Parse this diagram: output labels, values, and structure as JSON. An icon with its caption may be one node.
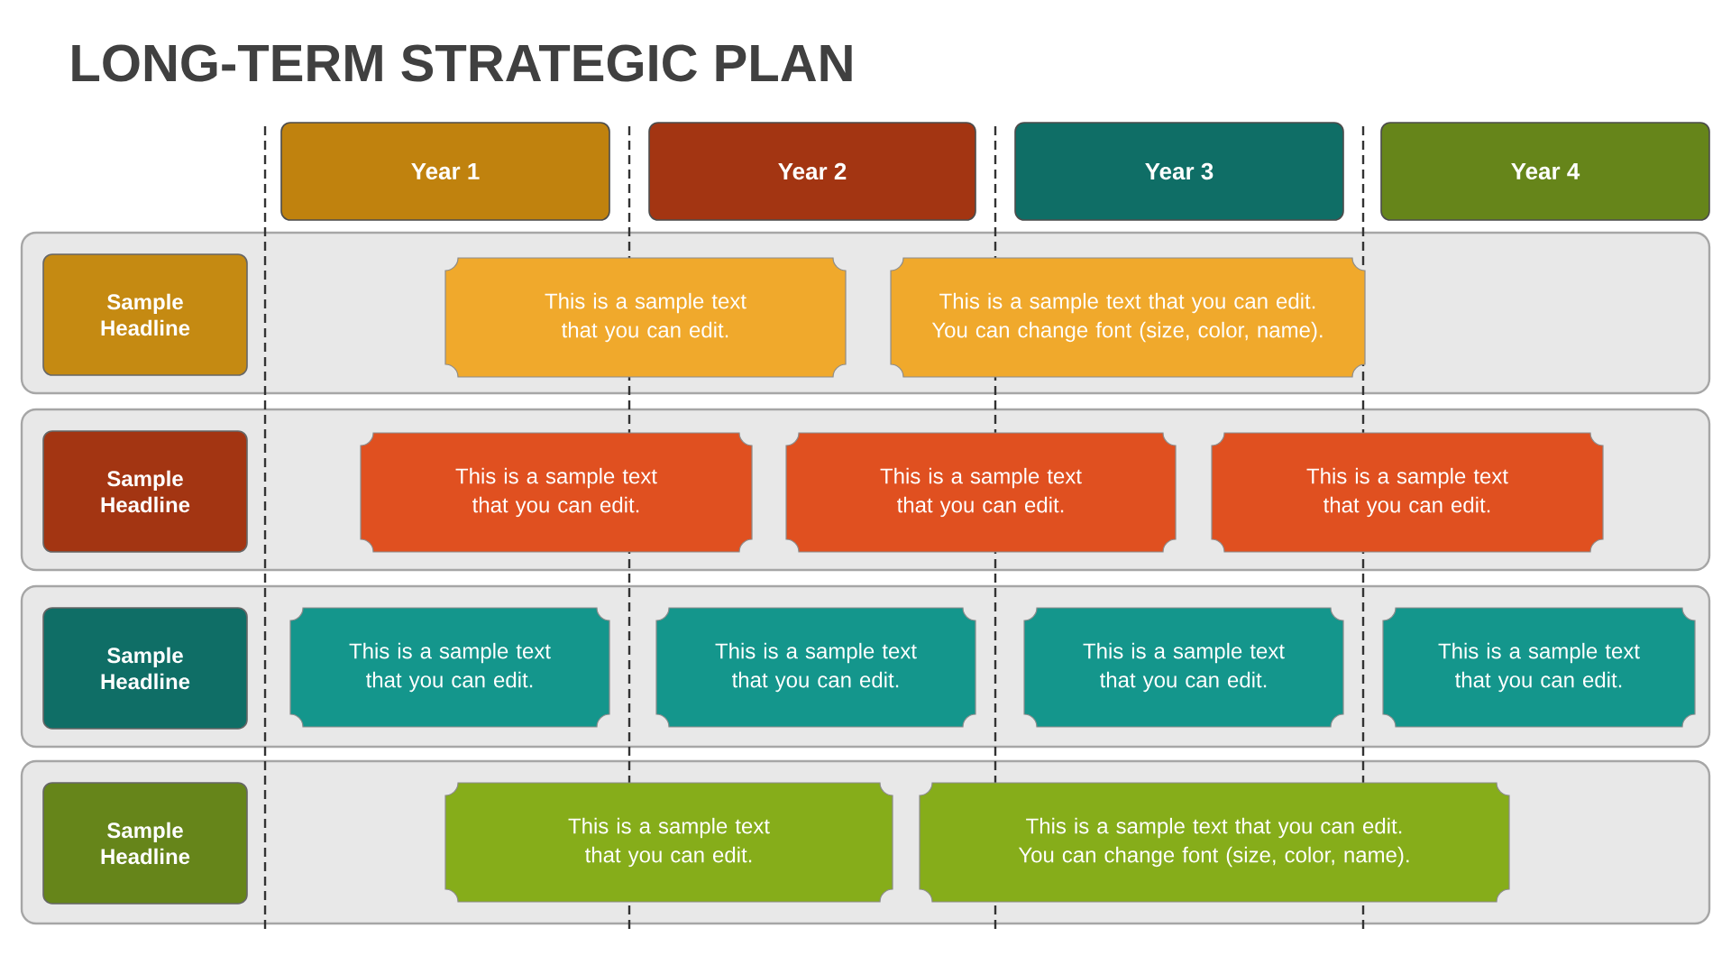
{
  "diagram": {
    "title": "LONG-TERM STRATEGIC PLAN",
    "nodes": [
      {
        "text": [
          "Year 1"
        ]
      },
      {
        "text": [
          "Year 2"
        ]
      },
      {
        "text": [
          "Year 3"
        ]
      },
      {
        "text": [
          "Year 4"
        ]
      },
      {
        "text": [],
        "shape": "box"
      },
      {
        "text": [
          "Sample Headline"
        ],
        "in": 4
      },
      {
        "text": [
          "This is a sample text that you can edit."
        ],
        "in": 4
      },
      {
        "text": [
          "This is a sample text that you can edit. You can change font (size, color, name)."
        ],
        "in": 4
      },
      {
        "text": [],
        "shape": "box"
      },
      {
        "text": [
          "Sample Headline"
        ],
        "in": 8
      },
      {
        "text": [
          "This is a sample text that you can edit."
        ],
        "in": 8
      },
      {
        "text": [
          "This is a sample text that you can edit."
        ],
        "in": 8
      },
      {
        "text": [
          "This is a sample text that you can edit."
        ],
        "in": 8
      },
      {
        "text": [],
        "shape": "box"
      },
      {
        "text": [
          "Sample Headline"
        ],
        "in": 13
      },
      {
        "text": [
          "This is a sample text that you can edit."
        ],
        "in": 13
      },
      {
        "text": [
          "This is a sample text that you can edit."
        ],
        "in": 13
      },
      {
        "text": [
          "This is a sample text that you can edit."
        ],
        "in": 13
      },
      {
        "text": [
          "This is a sample text that you can edit."
        ],
        "in": 13
      },
      {
        "text": [],
        "shape": "box"
      },
      {
        "text": [
          "Sample Headline"
        ],
        "in": 19
      },
      {
        "text": [
          "This is a sample text that you can edit."
        ],
        "in": 19
      },
      {
        "text": [
          "This is a sample text that you can edit. You can change font (size, color, name)."
        ],
        "in": 19
      }
    ],
    "edges": []
  }
}
